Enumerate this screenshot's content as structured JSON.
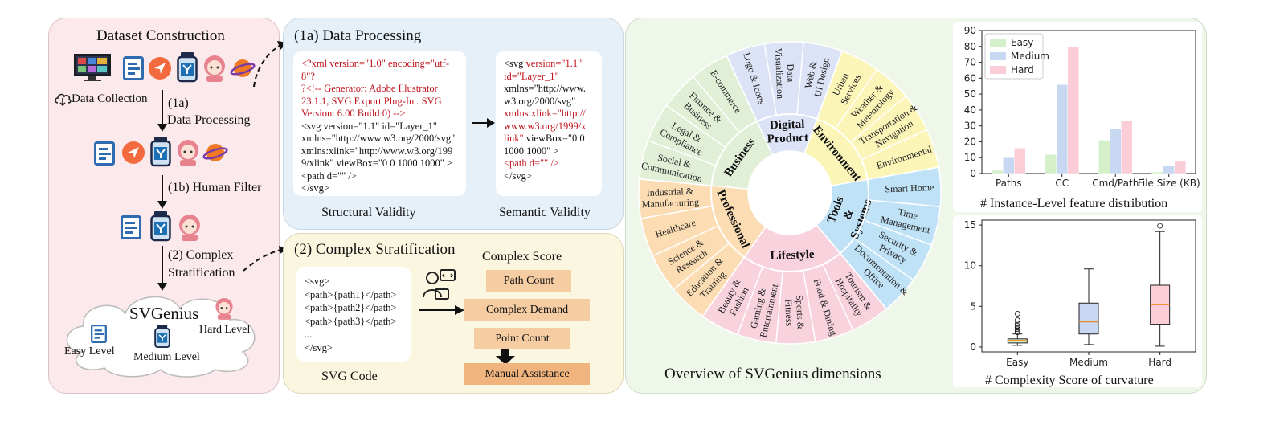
{
  "dataset": {
    "title": "Dataset Construction",
    "data_collection": "Data Collection",
    "step_1a": "(1a)",
    "step_1a_name": "Data Processing",
    "step_1b": "(1b) Human Filter",
    "step_2a": "(2) Complex",
    "step_2b": "Stratification",
    "cloud_title": "SVGenius",
    "easy": "Easy Level",
    "medium": "Medium Level",
    "hard": "Hard Level"
  },
  "processing": {
    "title": "(1a) Data Processing",
    "left_code_red": [
      "<?xml version=\"1.0\" encoding=\"utf-",
      "8\"?",
      "?<!-- Generator: Adobe Illustrator",
      "23.1.1, SVG Export Plug-In . SVG",
      "Version: 6.00 Build 0)  -->"
    ],
    "left_code_black": [
      "<svg version=\"1.1\" id=\"Layer_1\"",
      "xmlns=\"http://www.w3.org/2000/svg\"",
      "xmlns:xlink=\"http://www.w3.org/199",
      "9/xlink\"  viewBox=\"0 0 1000 1000\" >",
      "<path d=\"\" />",
      "</svg>"
    ],
    "right_code": [
      {
        "t": "<svg ",
        "r": false,
        "t2": "version=\"1.1\""
      },
      {
        "t": "id=\"Layer_1\"",
        "r": true
      },
      {
        "t": "xmlns=\"http://www.",
        "r": false
      },
      {
        "t": "w3.org/2000/svg\"",
        "r": false
      },
      {
        "t": "xmlns:xlink=\"http://",
        "r": true
      },
      {
        "t": "www.w3.org/1999/x",
        "r": true
      },
      {
        "t": "link\"",
        "r": true,
        "t2": "  viewBox=\"0 0"
      },
      {
        "t": "1000 1000\" >",
        "r": false
      },
      {
        "t": "<path d=\"\" />",
        "r": true
      },
      {
        "t": "</svg>",
        "r": false
      }
    ],
    "structural": "Structural Validity",
    "semantic": "Semantic Validity"
  },
  "strat": {
    "title": "(2) Complex Stratification",
    "code": [
      "<svg>",
      "<path>{path1}</path>",
      "<path>{path2}</path>",
      "<path>{path3}</path>",
      "...",
      "</svg>"
    ],
    "code_label": "SVG Code",
    "score_title": "Complex Score",
    "boxes": [
      "Path Count",
      "Complex Demand",
      "Point Count",
      "Manual Assistance"
    ]
  },
  "wheel": {
    "caption": "Overview of SVGenius dimensions",
    "sectors": [
      {
        "name": "Digital Product",
        "color": "#dde3f6",
        "subs": [
          "Logo & Icons",
          "Data Visualization",
          "Web & UI Design"
        ]
      },
      {
        "name": "Environment",
        "color": "#fbf5b8",
        "subs": [
          "Urban Services",
          "Weather & Meteorology",
          "Transportation & Navigation",
          "Environmental"
        ]
      },
      {
        "name": "Tools & Systems",
        "color": "#bfe2f7",
        "subs": [
          "Smart Home",
          "Time Management",
          "Security & Privacy",
          "Documentation & Office"
        ]
      },
      {
        "name": "Lifestyle",
        "color": "#f8d3dd",
        "subs": [
          "Tourism & Hospitality",
          "Food & Dining",
          "Sports & Fitness",
          "Gaming & Entertainment",
          "Beauty & Fashion"
        ]
      },
      {
        "name": "Professional",
        "color": "#fbdcb3",
        "subs": [
          "Education & Training",
          "Science & Research",
          "Healthcare",
          "Industrial & Manufacturing"
        ]
      },
      {
        "name": "Business",
        "color": "#e2efd7",
        "subs": [
          "Social & Communication",
          "Legal & Compliance",
          "Finance & Business",
          "E-commerce"
        ]
      }
    ]
  },
  "chart_data": [
    {
      "type": "bar",
      "title": "# Instance-Level feature distribution",
      "categories": [
        "Paths",
        "CC",
        "Cmd/Path",
        "File Size (KB)"
      ],
      "series": [
        {
          "name": "Easy",
          "values": [
            2,
            12,
            21,
            1
          ],
          "color": "#d5efc8"
        },
        {
          "name": "Medium",
          "values": [
            10,
            56,
            28,
            5
          ],
          "color": "#c9d8f2"
        },
        {
          "name": "Hard",
          "values": [
            16,
            80,
            33,
            8
          ],
          "color": "#fbcdd6"
        }
      ],
      "ylim": [
        0,
        90
      ],
      "yticks": [
        0,
        10,
        20,
        30,
        40,
        50,
        60,
        70,
        80,
        90
      ],
      "legend": "top-left"
    },
    {
      "type": "box",
      "title": "# Complexity Score of curvature",
      "categories": [
        "Easy",
        "Medium",
        "Hard"
      ],
      "boxes": [
        {
          "whislo": 0.2,
          "q1": 0.5,
          "med": 0.8,
          "q3": 1.0,
          "whishi": 1.6,
          "fliers": [
            1.8,
            2.0,
            2.2,
            2.4,
            2.6,
            2.9,
            3.3,
            4.1
          ]
        },
        {
          "whislo": 0.3,
          "q1": 1.6,
          "med": 3.1,
          "q3": 5.4,
          "whishi": 9.6,
          "fliers": []
        },
        {
          "whislo": 0.1,
          "q1": 2.8,
          "med": 5.2,
          "q3": 7.6,
          "whishi": 14.2,
          "fliers": [
            14.9
          ]
        }
      ],
      "box_fills": [
        "#d5efc8",
        "#c9d8f2",
        "#fbcdd6"
      ],
      "ylim": [
        -0.6,
        15.6
      ],
      "yticks": [
        0,
        5,
        10,
        15
      ]
    }
  ]
}
